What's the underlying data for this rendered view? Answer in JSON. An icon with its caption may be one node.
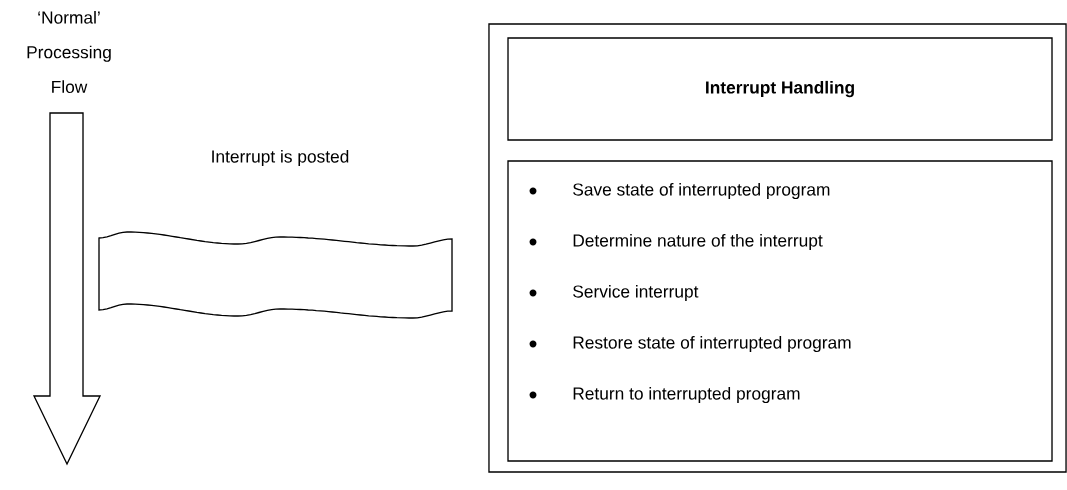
{
  "diagram": {
    "nodes": [
      {
        "text": [],
        "shape": "box"
      },
      {
        "text": [
          "Interrupt Handling"
        ],
        "in": 0
      },
      {
        "text": [
          "Save state of interrupted program",
          "Determine nature of the interrupt",
          "Service interrupt",
          "Restore state of interrupted program",
          "Return to interrupted program"
        ],
        "in": 0
      },
      {
        "text": [
          "Interrupt is posted"
        ]
      }
    ],
    "labels": [
      "‘Normal’ Processing Flow"
    ]
  }
}
